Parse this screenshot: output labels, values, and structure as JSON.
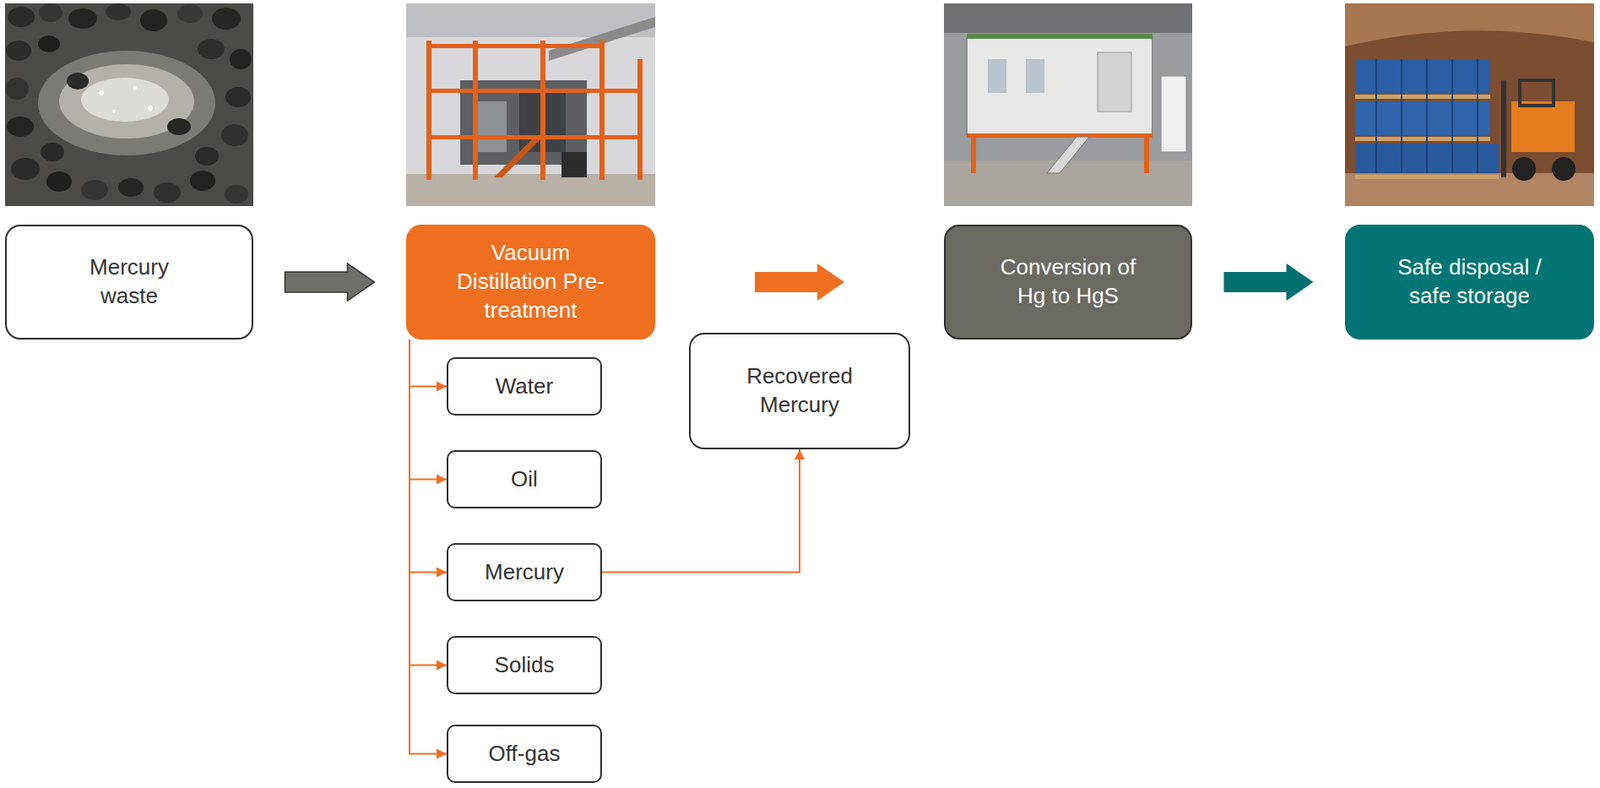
{
  "diagram": {
    "nodes": [
      {
        "text": [
          "Mercury waste"
        ]
      },
      {
        "text": [
          "Vacuum Distillation Pre-treatment"
        ]
      },
      {
        "text": [
          "Water"
        ]
      },
      {
        "text": [
          "Oil"
        ]
      },
      {
        "text": [
          "Mercury"
        ]
      },
      {
        "text": [
          "Solids"
        ]
      },
      {
        "text": [
          "Off-gas"
        ]
      },
      {
        "text": [
          "Recovered Mercury"
        ]
      },
      {
        "text": [
          "Conversion of Hg to HgS"
        ]
      },
      {
        "text": [
          "Safe disposal / safe storage"
        ]
      }
    ],
    "edges": [
      {
        "from": 0,
        "to": 1,
        "arrow": "to"
      },
      {
        "from": 1,
        "to": 8,
        "arrow": "to"
      },
      {
        "from": 1,
        "to": 2,
        "arrow": "to"
      },
      {
        "from": 1,
        "to": 3,
        "arrow": "to"
      },
      {
        "from": 1,
        "to": 4,
        "arrow": "to"
      },
      {
        "from": 1,
        "to": 5,
        "arrow": "to"
      },
      {
        "from": 1,
        "to": 6,
        "arrow": "to"
      },
      {
        "from": 4,
        "to": 7,
        "arrow": "to"
      },
      {
        "from": 8,
        "to": 9,
        "arrow": "to"
      }
    ]
  }
}
